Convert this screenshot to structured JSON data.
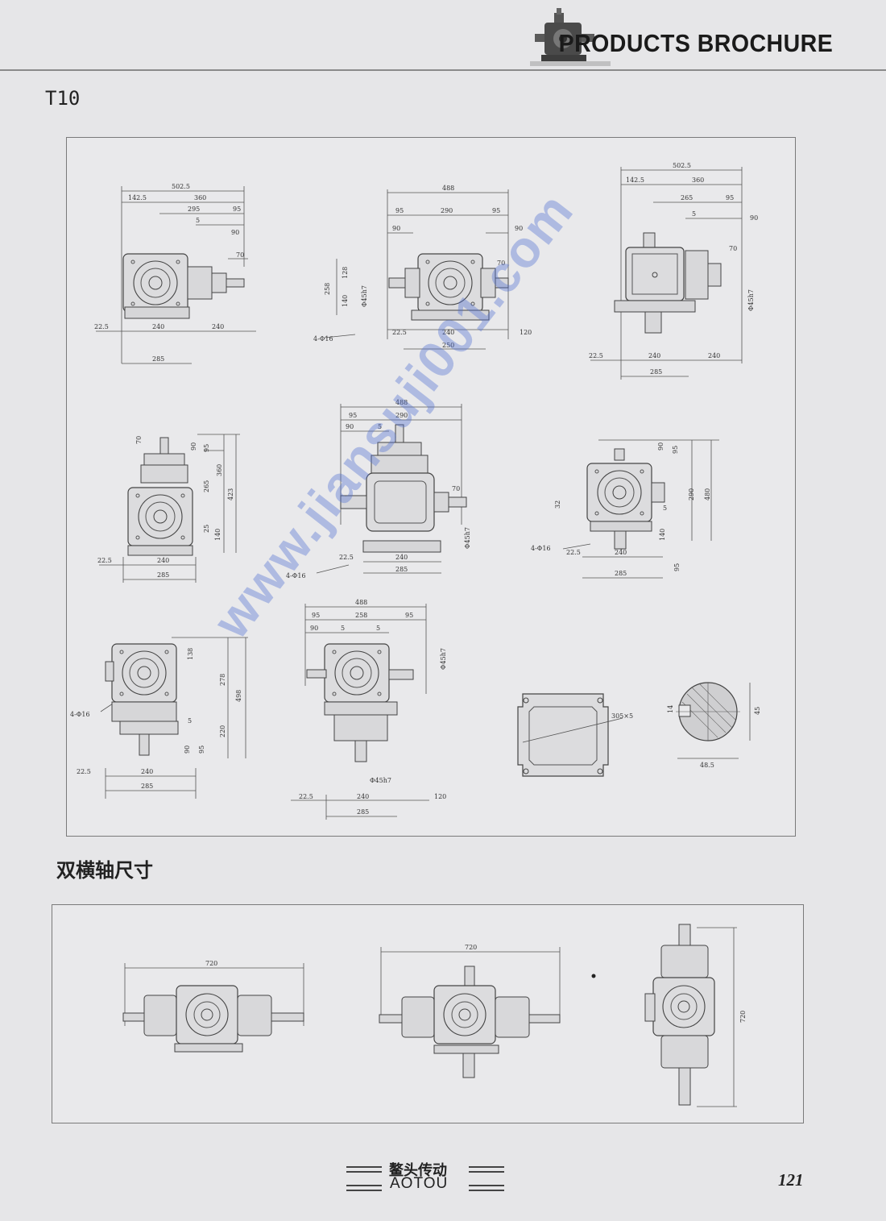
{
  "header": {
    "brochure_title": "PRODUCTS BROCHURE"
  },
  "model": {
    "label": "T10"
  },
  "section": {
    "title": "双横轴尺寸"
  },
  "dimensions": {
    "d502_5": "502.5",
    "d142_5": "142.5",
    "d360": "360",
    "d295": "295",
    "d95": "95",
    "d5": "5",
    "d90": "90",
    "d70": "70",
    "d22_5": "22.5",
    "d240": "240",
    "d285": "285",
    "d488": "488",
    "d290": "290",
    "d128": "128",
    "d258": "258",
    "d140": "140",
    "d45h7": "Φ45h7",
    "d250": "250",
    "d120": "120",
    "d265": "265",
    "d4phi16": "4-Φ16",
    "d423": "423",
    "d25": "25",
    "d32": "32",
    "d480": "480",
    "d278": "278",
    "d498": "498",
    "d220": "220",
    "d305": "305×5",
    "d14": "14",
    "d45": "45",
    "d48_5": "48.5",
    "d720": "720"
  },
  "watermark": {
    "text": "www.jiansuji001.com"
  },
  "footer": {
    "brand_cn": "鳌头传动",
    "brand_en": "AOTOU",
    "page_number": "121"
  },
  "icons": [
    "gearbox-logo-icon"
  ]
}
